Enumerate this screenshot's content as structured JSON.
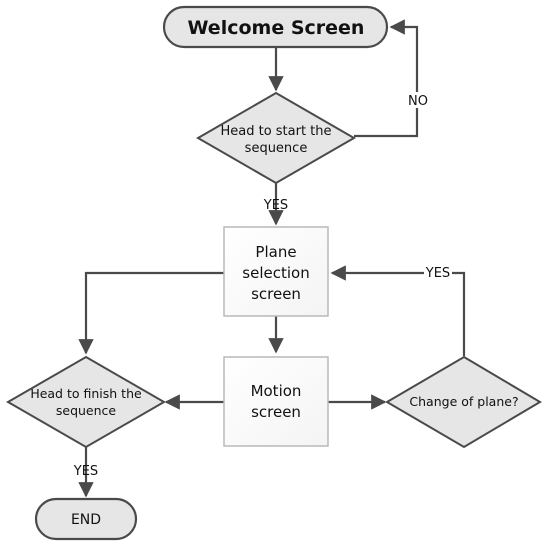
{
  "nodes": {
    "welcome": "Welcome Screen",
    "head_start": [
      "Head to start the",
      "sequence"
    ],
    "plane_selection": [
      "Plane",
      "selection",
      "screen"
    ],
    "motion": [
      "Motion",
      "screen"
    ],
    "change_plane": "Change of plane?",
    "head_finish": [
      "Head to finish the",
      "sequence"
    ],
    "end": "END"
  },
  "edges": {
    "no": "NO",
    "yes_start": "YES",
    "yes_change": "YES",
    "yes_finish": "YES"
  },
  "colors": {
    "stroke": "#4a4a4a",
    "terminal_fill": "#e6e6e6",
    "decision_fill": "#e6e6e6",
    "process_fill": "#ffffff",
    "text": "#111111"
  }
}
